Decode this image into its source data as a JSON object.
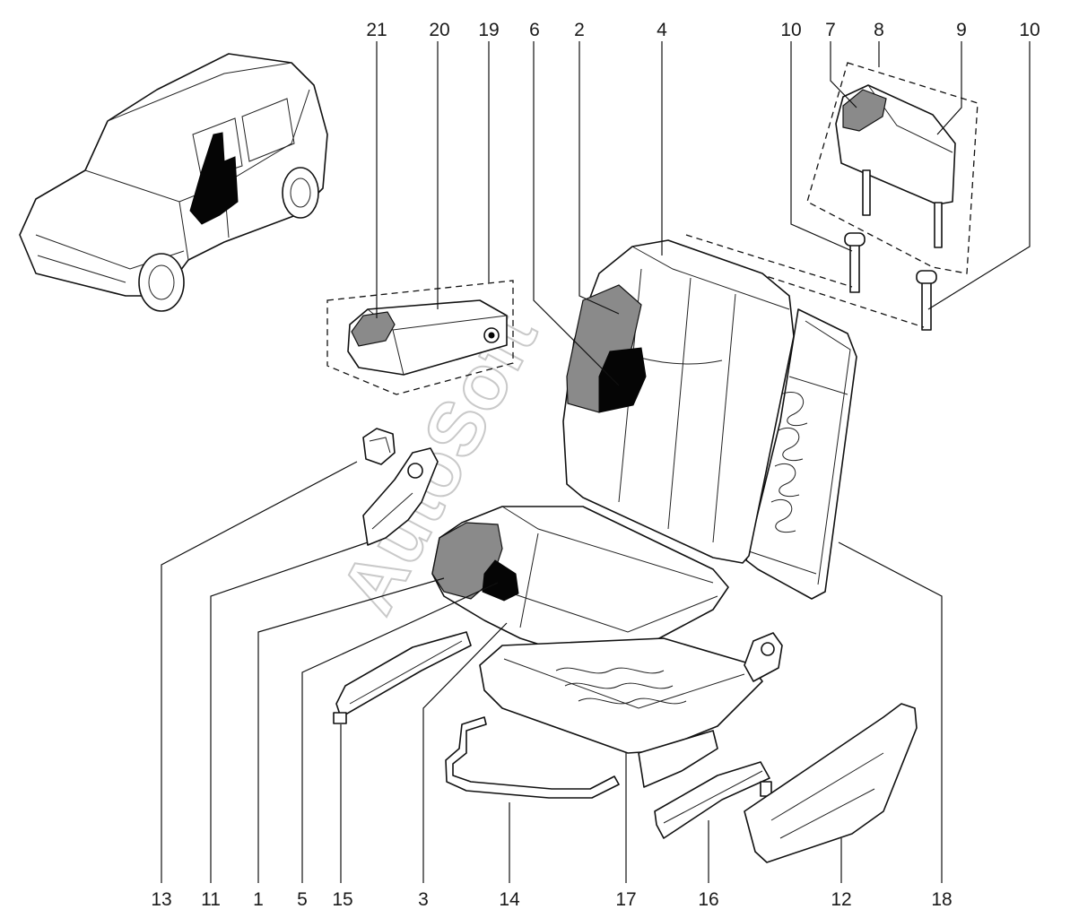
{
  "watermark": "AutoSoft",
  "callouts": {
    "top": [
      "21",
      "20",
      "19",
      "6",
      "2",
      "4",
      "10",
      "7",
      "8",
      "9",
      "10"
    ],
    "bottom": [
      "13",
      "11",
      "1",
      "5",
      "15",
      "3",
      "14",
      "17",
      "16",
      "12",
      "18"
    ]
  },
  "icons": {
    "vehicle": "suv-location-icon",
    "seat": "front-seat-assembly-icon"
  }
}
